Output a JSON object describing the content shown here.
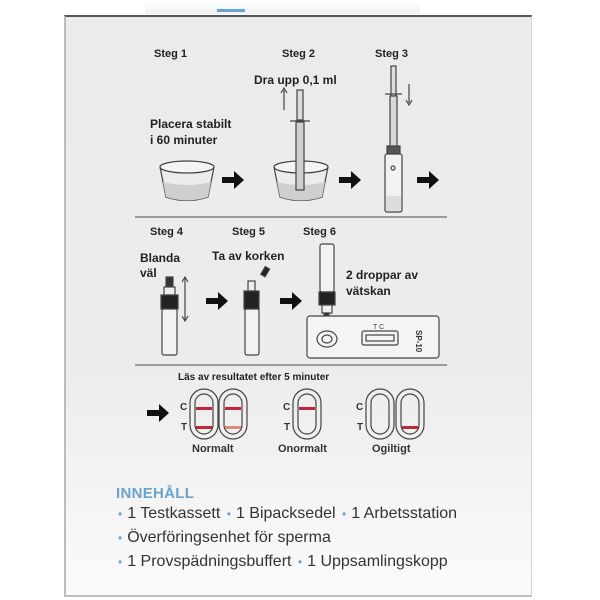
{
  "steps": {
    "s1": {
      "title": "Steg 1",
      "text_line1": "Placera stabilt",
      "text_line2": "i 60 minuter"
    },
    "s2": {
      "title": "Steg 2",
      "text": "Dra upp 0,1 ml"
    },
    "s3": {
      "title": "Steg 3"
    },
    "s4": {
      "title": "Steg 4",
      "text_line1": "Blanda",
      "text_line2": "väl"
    },
    "s5": {
      "title": "Steg 5",
      "text": "Ta av korken"
    },
    "s6": {
      "title": "Steg 6",
      "text_line1": "2 droppar av",
      "text_line2": "vätskan"
    }
  },
  "cassette": {
    "label": "SP-10",
    "marks": "T C"
  },
  "results": {
    "title": "Läs av resultatet efter 5 minuter",
    "c_label": "C",
    "t_label": "T",
    "normal": "Normalt",
    "abnormal": "Onormalt",
    "invalid": "Ogiltigt",
    "line_color": "#c0283a",
    "faint_line_color": "#d98c7a"
  },
  "contents": {
    "heading": "INNEHÅLL",
    "heading_color": "#6ba3cc",
    "lines": [
      [
        "1 Testkassett",
        "1 Bipacksedel",
        "1 Arbetsstation"
      ],
      [
        "Överföringsenhet för sperma"
      ],
      [
        "1 Provspädningsbuffert",
        "1 Uppsamlingskopp"
      ]
    ]
  }
}
